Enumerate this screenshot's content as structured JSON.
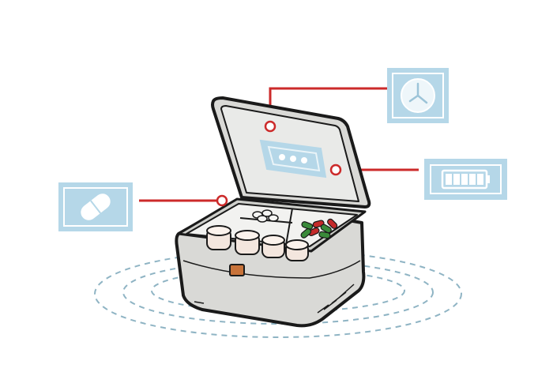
{
  "illustration": {
    "subject": "smart pill box",
    "icons": [
      {
        "id": "clock",
        "name": "clock-icon"
      },
      {
        "id": "battery",
        "name": "battery-icon"
      },
      {
        "id": "pill",
        "name": "pill-icon"
      }
    ],
    "colors": {
      "callout_line": "#cc2a2a",
      "icon_panel": "#b5d7e8",
      "box_body": "#d9d9d6",
      "box_lid_inner": "#e9eae8",
      "outline": "#1a1a1a",
      "signal_rings": "#8fb4c4",
      "latch": "#c8733a",
      "capsule_green": "#3a8a3a",
      "capsule_red": "#c42a2a"
    }
  }
}
